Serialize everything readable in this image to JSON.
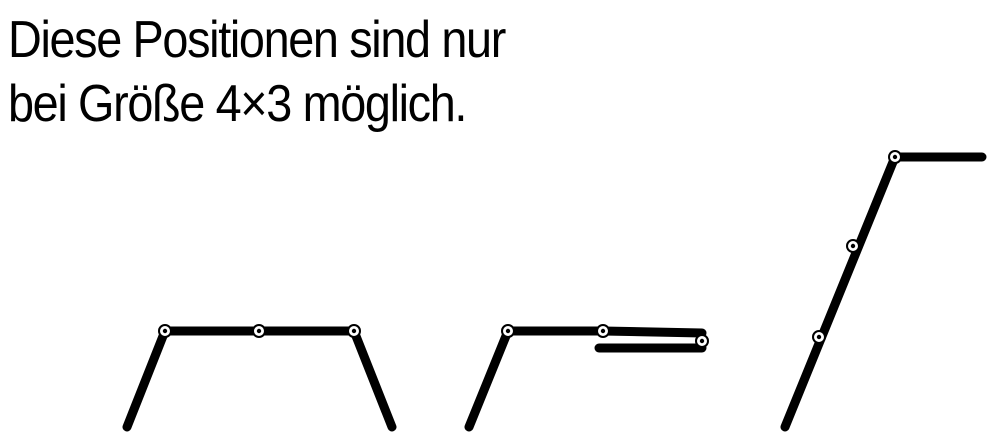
{
  "caption": {
    "line1": "Diese Positionen sind nur",
    "line2": "bei Größe 4×3 möglich."
  },
  "figures": [
    {
      "name": "position-1",
      "description_shape": "trapezoid"
    },
    {
      "name": "position-2",
      "description_shape": "folded-arm"
    },
    {
      "name": "position-3",
      "description_shape": "diagonal-step"
    }
  ],
  "colors": {
    "stroke": "#000000",
    "background": "#ffffff"
  }
}
